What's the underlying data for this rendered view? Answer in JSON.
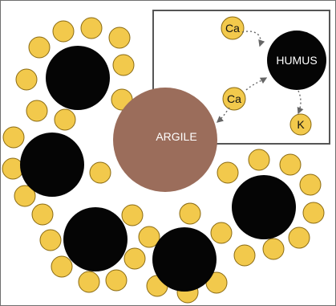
{
  "diagram": {
    "clay_label": "ARGILE",
    "humus_label": "HUMUS",
    "ion_labels": {
      "ca_top": "Ca",
      "ca_middle": "Ca",
      "k": "K"
    },
    "colors": {
      "ion_fill": "#f2c94c",
      "ion_stroke": "#8a6a12",
      "humus_fill": "#050505",
      "clay_fill": "#9b6d5b",
      "frame_stroke": "#555555",
      "arrow_stroke": "#666666"
    }
  }
}
